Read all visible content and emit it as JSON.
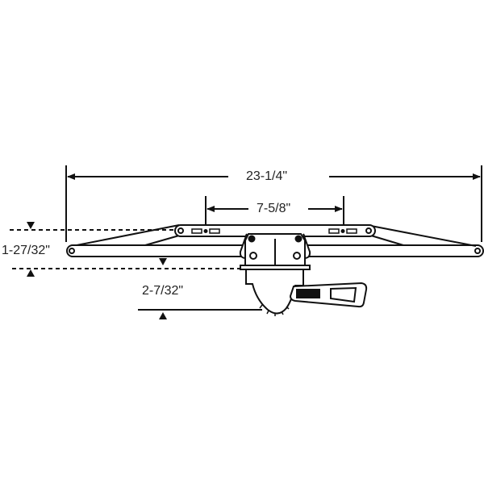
{
  "diagram": {
    "subject": "casement window operator with dual arms and handle",
    "dimensions": {
      "overall_length": "23-1/4\"",
      "arm_track_length": "7-5/8\"",
      "arm_height": "1-27/32\"",
      "handle_drop": "2-7/32\""
    },
    "colors": {
      "line": "#111111",
      "background": "#ffffff",
      "fill_dark": "#111111"
    }
  }
}
